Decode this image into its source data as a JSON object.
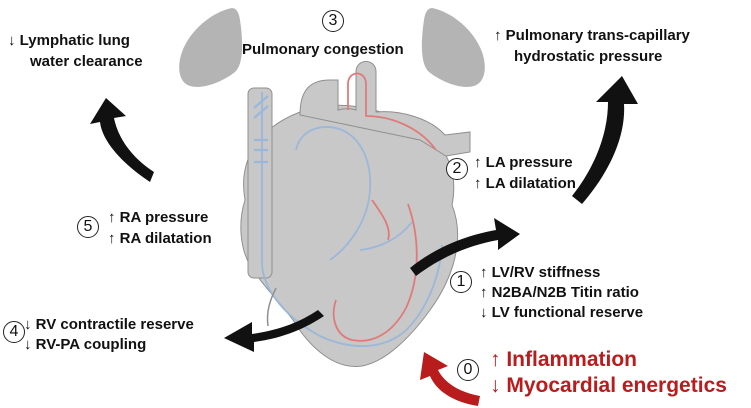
{
  "steps": [
    {
      "number": "0",
      "lines": [
        "↑ Inflammation",
        "↓ Myocardial energetics"
      ],
      "color": "#b81c1c"
    },
    {
      "number": "1",
      "lines": [
        "↑ LV/RV stiffness",
        "↑ N2BA/N2B Titin ratio",
        "↓ LV functional reserve"
      ]
    },
    {
      "number": "2",
      "lines": [
        "↑ LA pressure",
        "↑ LA dilatation"
      ]
    },
    {
      "number": "3",
      "lines": [
        "Pulmonary congestion"
      ]
    },
    {
      "number": "4",
      "lines": [
        "↓ RV contractile reserve",
        "↓ RV-PA coupling"
      ]
    },
    {
      "number": "5",
      "lines": [
        "↑ RA pressure",
        "↑ RA dilatation"
      ]
    }
  ],
  "top_left": {
    "lines": [
      "↓ Lymphatic lung",
      "water  clearance"
    ]
  },
  "top_right": {
    "lines": [
      "↑ Pulmonary trans-capillary",
      "hydrostatic pressure"
    ]
  },
  "colors": {
    "heart": "#c8c8c8",
    "lung": "#b4b4b4",
    "arrow": "#111111",
    "red_arrow": "#b81c1c",
    "vein": "#9bb7d9",
    "artery": "#e07a7a"
  }
}
